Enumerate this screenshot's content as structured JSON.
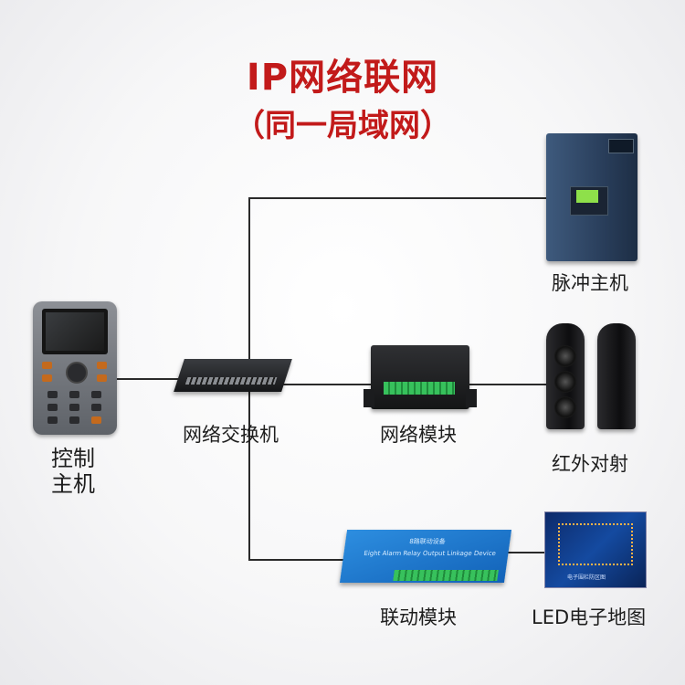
{
  "title": "IP网络联网",
  "subtitle": "（同一局域网）",
  "colors": {
    "title": "#c21a1a",
    "line": "#2a2a2a"
  },
  "devices": {
    "control_host": {
      "label_line1": "控制",
      "label_line2": "主机"
    },
    "switch": {
      "label": "网络交换机"
    },
    "network_module": {
      "label": "网络模块"
    },
    "pulse_host": {
      "label": "脉冲主机"
    },
    "infrared_beam": {
      "label": "红外对射"
    },
    "linkage_module": {
      "label": "联动模块",
      "device_title": "8路联动设备",
      "device_subtitle": "Eight Alarm Relay Output Linkage Device"
    },
    "led_map": {
      "label": "LED电子地图",
      "caption": "电子围栏防区图"
    }
  }
}
